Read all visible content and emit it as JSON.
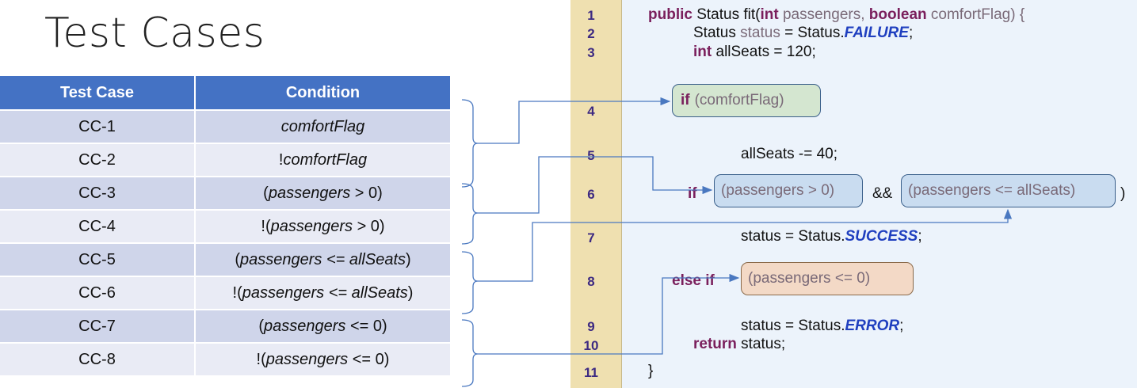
{
  "title": "Test Cases",
  "table": {
    "headers": [
      "Test Case",
      "Condition"
    ],
    "rows": [
      {
        "id": "CC-1",
        "cond_pre": "",
        "cond_var": "comfortFlag",
        "cond_post": ""
      },
      {
        "id": "CC-2",
        "cond_pre": "!",
        "cond_var": "comfortFlag",
        "cond_post": ""
      },
      {
        "id": "CC-3",
        "cond_pre": "(",
        "cond_var": "passengers",
        "cond_post": " > 0)"
      },
      {
        "id": "CC-4",
        "cond_pre": "!(",
        "cond_var": "passengers",
        "cond_post": " > 0)"
      },
      {
        "id": "CC-5",
        "cond_pre": "(",
        "cond_var": "passengers <= allSeats",
        "cond_post": ")"
      },
      {
        "id": "CC-6",
        "cond_pre": "!(",
        "cond_var": "passengers <= allSeats",
        "cond_post": ")"
      },
      {
        "id": "CC-7",
        "cond_pre": "(",
        "cond_var": "passengers",
        "cond_post": " <= 0)"
      },
      {
        "id": "CC-8",
        "cond_pre": "!(",
        "cond_var": "passengers",
        "cond_post": " <= 0)"
      }
    ]
  },
  "line_numbers": [
    "1",
    "2",
    "3",
    "4",
    "5",
    "6",
    "7",
    "8",
    "9",
    "10",
    "11"
  ],
  "code": {
    "l1_kw1": "public",
    "l1_a": " Status fit(",
    "l1_kw2": "int",
    "l1_b": " passengers, ",
    "l1_kw3": "boolean",
    "l1_c": " comfortFlag) {",
    "l2_a": "Status ",
    "l2_var": "status",
    "l2_b": " = Status.",
    "l2_cst": "FAILURE",
    "l2_c": ";",
    "l3_kw": "int",
    "l3_a": " allSeats = 120;",
    "l4_kw": "if",
    "l4_box": "(comfortFlag)",
    "l5": "allSeats -= 40;",
    "l6_kw": "if",
    "l6_box1": "(passengers > 0)",
    "l6_and": "&&",
    "l6_box2": "(passengers <= allSeats)",
    "l6_close": ")",
    "l7_a": "status = Status.",
    "l7_cst": "SUCCESS",
    "l7_b": ";",
    "l8_kw": "else if",
    "l8_box": "(passengers <= 0)",
    "l9_a": "status = Status.",
    "l9_cst": "ERROR",
    "l9_b": ";",
    "l10_kw": "return",
    "l10_a": " status;",
    "l11": "}"
  },
  "colors": {
    "header_bg": "#4472c4",
    "row_odd": "#cfd5ea",
    "row_even": "#e9ebf5",
    "gutter": "#efe0b0",
    "code_bg": "#ecf3fb",
    "box_green": "#d4e6d0",
    "box_blue": "#c9dcf0",
    "box_orange": "#f3d9c6",
    "arrow": "#4a78c0"
  }
}
